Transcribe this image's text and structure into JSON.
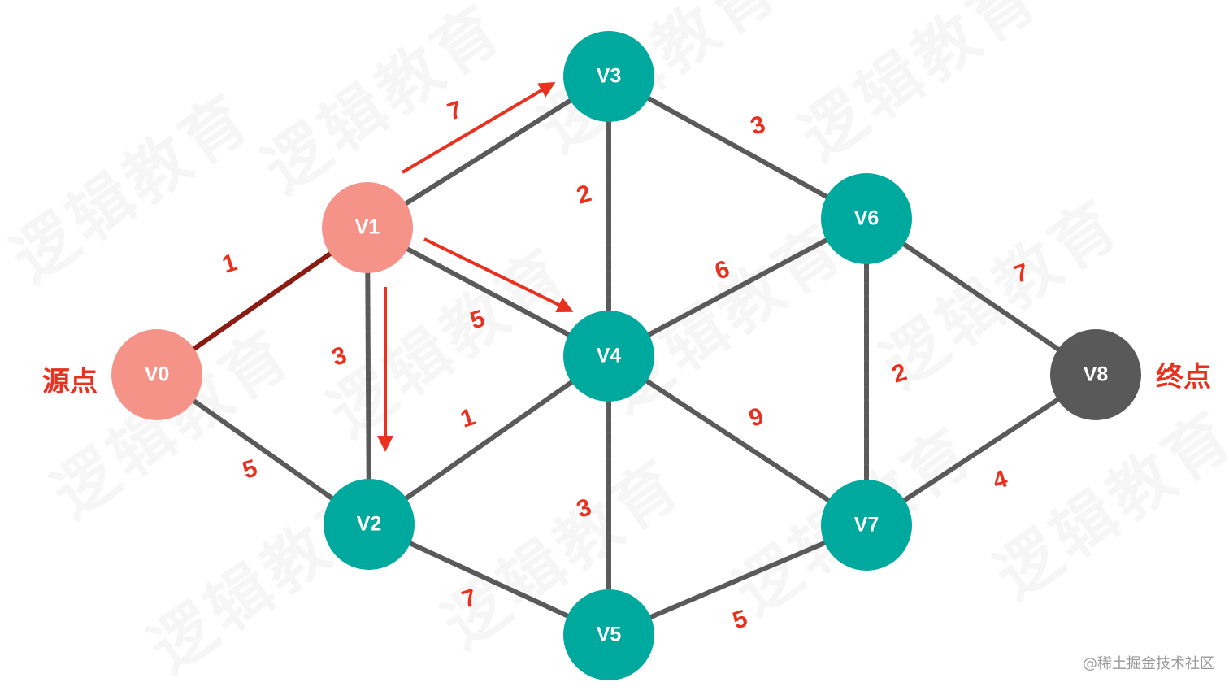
{
  "diagram": {
    "nodes": [
      {
        "id": "V0",
        "label": "V0",
        "role": "source"
      },
      {
        "id": "V1",
        "label": "V1",
        "role": "visited"
      },
      {
        "id": "V2",
        "label": "V2",
        "role": "normal"
      },
      {
        "id": "V3",
        "label": "V3",
        "role": "normal"
      },
      {
        "id": "V4",
        "label": "V4",
        "role": "normal"
      },
      {
        "id": "V5",
        "label": "V5",
        "role": "normal"
      },
      {
        "id": "V6",
        "label": "V6",
        "role": "normal"
      },
      {
        "id": "V7",
        "label": "V7",
        "role": "normal"
      },
      {
        "id": "V8",
        "label": "V8",
        "role": "target"
      }
    ],
    "edges": [
      {
        "from": "V0",
        "to": "V1",
        "weight": "1",
        "highlight": true
      },
      {
        "from": "V0",
        "to": "V2",
        "weight": "5",
        "highlight": false
      },
      {
        "from": "V1",
        "to": "V2",
        "weight": "3",
        "highlight": false
      },
      {
        "from": "V1",
        "to": "V3",
        "weight": "7",
        "highlight": false
      },
      {
        "from": "V1",
        "to": "V4",
        "weight": "5",
        "highlight": false
      },
      {
        "from": "V2",
        "to": "V4",
        "weight": "1",
        "highlight": false
      },
      {
        "from": "V2",
        "to": "V5",
        "weight": "7",
        "highlight": false
      },
      {
        "from": "V3",
        "to": "V4",
        "weight": "2",
        "highlight": false
      },
      {
        "from": "V3",
        "to": "V6",
        "weight": "3",
        "highlight": false
      },
      {
        "from": "V4",
        "to": "V5",
        "weight": "3",
        "highlight": false
      },
      {
        "from": "V4",
        "to": "V6",
        "weight": "6",
        "highlight": false
      },
      {
        "from": "V4",
        "to": "V7",
        "weight": "9",
        "highlight": false
      },
      {
        "from": "V5",
        "to": "V7",
        "weight": "5",
        "highlight": false
      },
      {
        "from": "V6",
        "to": "V7",
        "weight": "2",
        "highlight": false
      },
      {
        "from": "V6",
        "to": "V8",
        "weight": "7",
        "highlight": false
      },
      {
        "from": "V7",
        "to": "V8",
        "weight": "4",
        "highlight": false
      }
    ],
    "arrows": [
      {
        "from": "V1",
        "to": "V3"
      },
      {
        "from": "V1",
        "to": "V4"
      },
      {
        "from": "V1",
        "to": "V2"
      }
    ],
    "source_label": "源点",
    "target_label": "终点"
  },
  "watermark_text": "逻辑教育",
  "credit": "@稀土掘金技术社区",
  "colors": {
    "node_normal": "#00a99d",
    "node_source": "#f59389",
    "node_visited": "#f59389",
    "node_target": "#595959",
    "edge": "#5a5a5a",
    "edge_highlight": "#8b1c14",
    "arrow": "#e8311f",
    "weight_text": "#e8311f"
  }
}
